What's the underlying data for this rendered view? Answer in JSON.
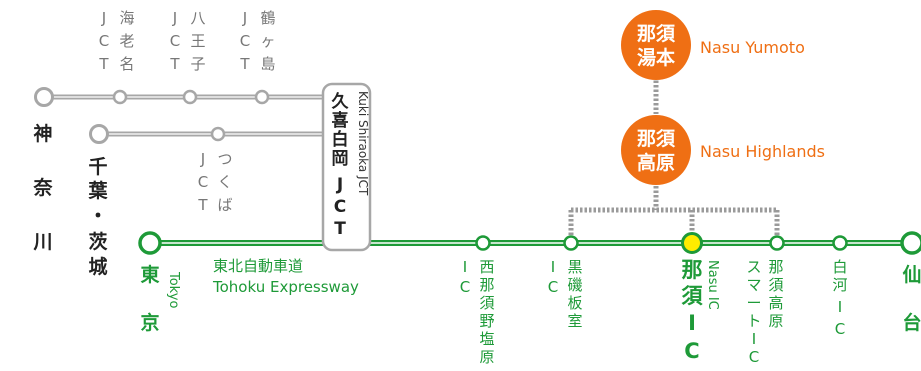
{
  "map": {
    "destinations": {
      "yumoto": {
        "label_ja_1": "那須",
        "label_ja_2": "湯本",
        "label_en": "Nasu Yumoto"
      },
      "highlands": {
        "label_ja_1": "那須",
        "label_ja_2": "高原",
        "label_en": "Nasu Highlands"
      }
    },
    "jct_labels": {
      "ebina": [
        "J",
        "C",
        "T",
        "海",
        "老",
        "名"
      ],
      "hachioji": [
        "J",
        "C",
        "T",
        "八",
        "王",
        "子"
      ],
      "tsurugashima": [
        "J",
        "C",
        "T",
        "鶴",
        "ヶ",
        "島"
      ],
      "tsukuba": [
        "J",
        "C",
        "T",
        "つ",
        "く",
        "ば"
      ]
    },
    "left_labels": {
      "kanagawa": [
        "神",
        "奈",
        "川"
      ],
      "chiba_ibaraki": [
        "千",
        "葉",
        "・",
        "茨",
        "城"
      ]
    },
    "kuki": {
      "en": "Kuki Shiraoka JCT",
      "ja": [
        "久",
        "喜",
        "白",
        "岡",
        "J",
        "C",
        "T"
      ]
    },
    "tokyo": {
      "ja": [
        "東",
        "京"
      ],
      "en": "Tokyo"
    },
    "expressway": {
      "ja": "東北自動車道",
      "en": "Tohoku Expressway"
    },
    "ic_labels": {
      "nishinasuno": [
        "西",
        "那",
        "須",
        "野",
        "塩",
        "原",
        "I",
        "C"
      ],
      "kuroiso": [
        "黒",
        "磯",
        "板",
        "室",
        "I",
        "C"
      ],
      "nasu": {
        "ja": [
          "那",
          "須",
          "I",
          "C"
        ],
        "en": "Nasu IC"
      },
      "nasukogen_smart": [
        "那",
        "須",
        "高",
        "原",
        "ス",
        "マ",
        "ー",
        "ト",
        "I",
        "C"
      ],
      "shirakawa": [
        "白",
        "河",
        "I",
        "C"
      ]
    },
    "sendai": [
      "仙",
      "台"
    ],
    "colors": {
      "green": "#1e9a38",
      "gray": "#a7a7a7",
      "orange": "#ef6f14",
      "yellow": "#ffec00",
      "dotted": "#9a9a9a"
    }
  }
}
